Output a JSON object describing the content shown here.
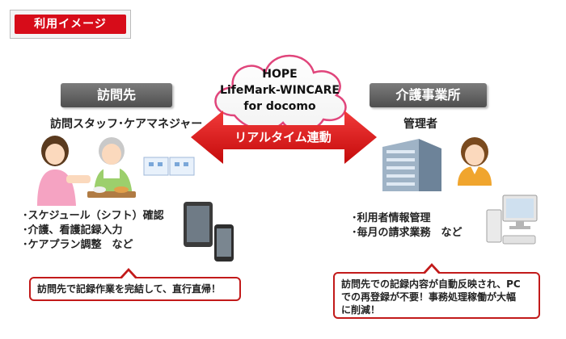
{
  "title_tag": "利用イメージ",
  "cloud": {
    "line1": "HOPE",
    "line2": "LifeMark-WINCARE",
    "line3": "for docomo"
  },
  "visit": {
    "header": "訪問先",
    "role": "訪問スタッフ･ケアマネジャー",
    "tasks": [
      "･スケジュール（シフト）確認",
      "･介護、看護記録入力",
      "･ケアプラン調整　など"
    ],
    "callout": "訪問先で記録作業を完結して、直行直帰！"
  },
  "sync_label": "リアルタイム連動",
  "office": {
    "header": "介護事業所",
    "role": "管理者",
    "tasks": [
      "･利用者情報管理",
      "･毎月の請求業務　など"
    ],
    "callout_lines": [
      "訪問先での記録内容が自動反映され、PC",
      "での再登録が不要！事務処理稼働が大幅",
      "に削減！"
    ]
  },
  "colors": {
    "accent_red": "#d70c19",
    "header_gray": "#5f5f5f",
    "cloud_outline": "#e0457b"
  },
  "icons": [
    "caregiver-illustration",
    "tablet-icon",
    "smartphone-icon",
    "office-building-icon",
    "manager-avatar",
    "desktop-pc-icon",
    "cloud-icon"
  ]
}
